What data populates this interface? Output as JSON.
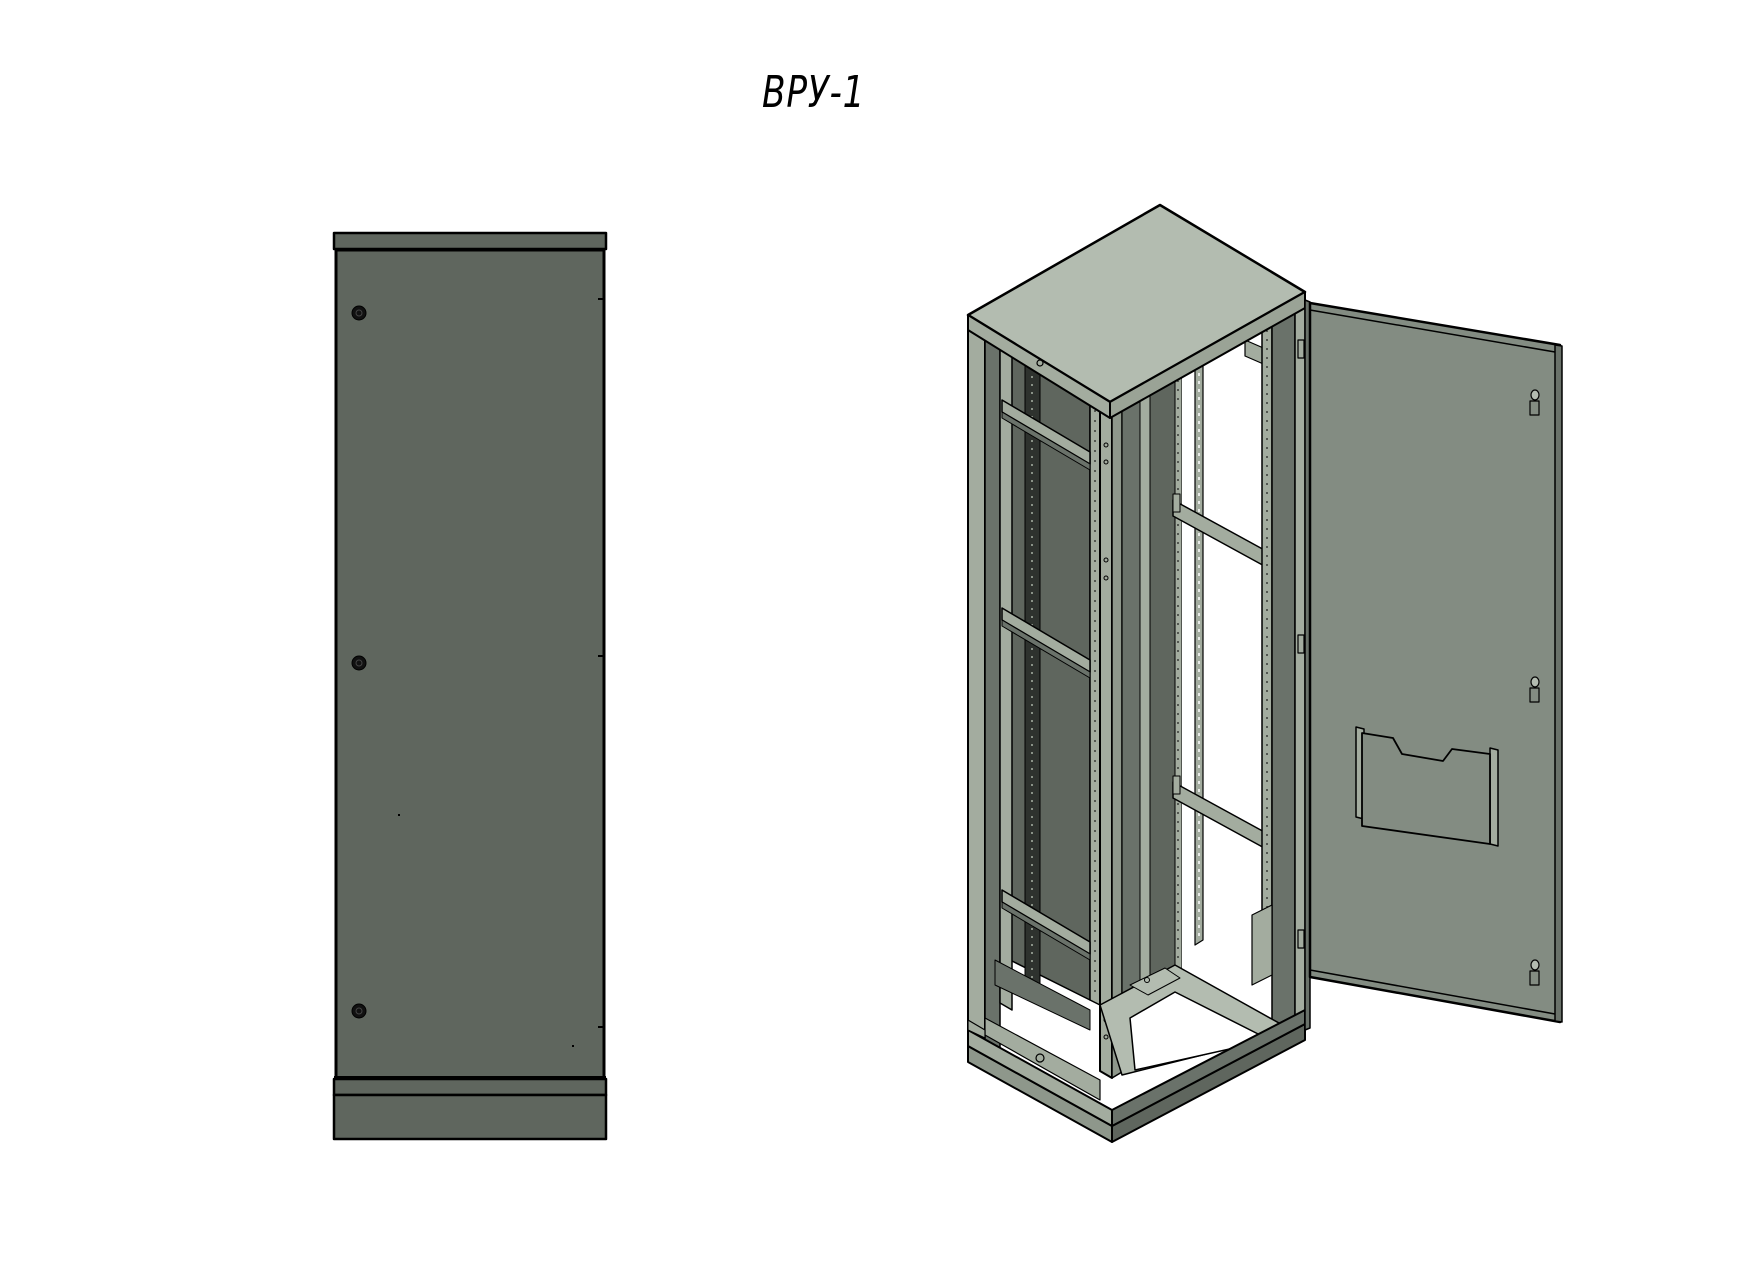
{
  "drawing": {
    "title": "ВРУ-1",
    "views": [
      {
        "name": "front-view-closed",
        "description": "Cabinet front view, door closed, three locks"
      },
      {
        "name": "isometric-view-open",
        "description": "Cabinet isometric view, door open, DIN rails and document pocket"
      }
    ]
  },
  "colors": {
    "background": "#ffffff",
    "front_panel": "#5f665e",
    "roof_top": "#b3bcb0",
    "frame_light": "#a3ac9f",
    "side_dark": "#6a726a",
    "door_inner": "#838c82",
    "outline": "#000000"
  }
}
